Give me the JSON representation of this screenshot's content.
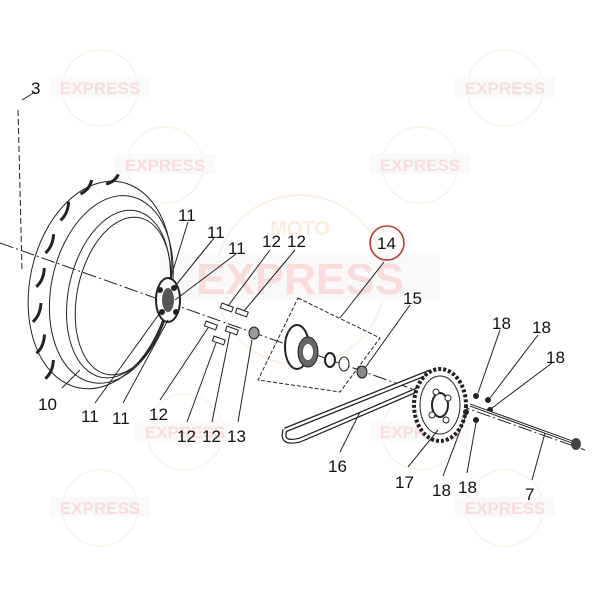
{
  "watermark": {
    "top": "MOTO",
    "main": "EXPRESS",
    "color": "#e03a3a"
  },
  "highlight_color": "#c0392b",
  "callouts": [
    "3",
    "11",
    "11",
    "11",
    "12",
    "12",
    "14",
    "15",
    "18",
    "18",
    "18",
    "10",
    "11",
    "11",
    "12",
    "12",
    "12",
    "13",
    "16",
    "17",
    "18",
    "18",
    "7"
  ]
}
